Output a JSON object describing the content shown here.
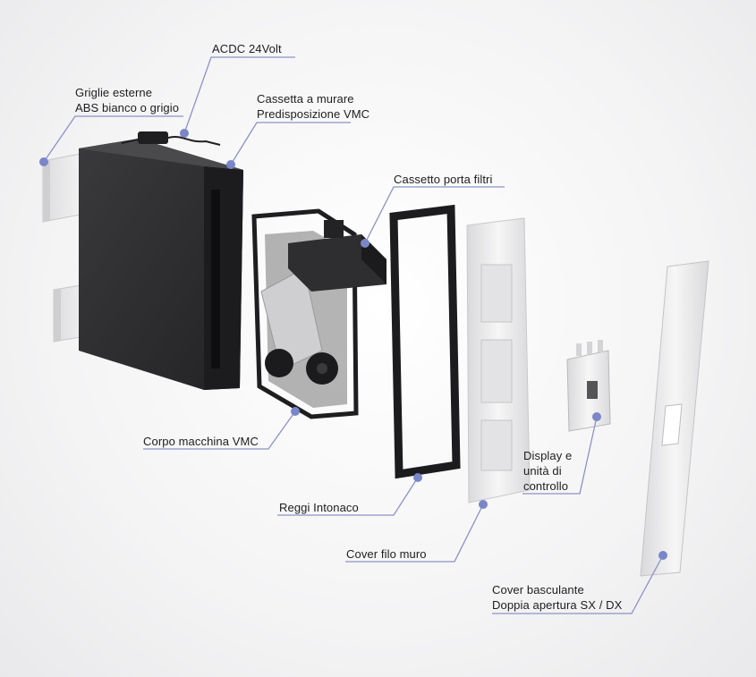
{
  "labels": {
    "acdc": "ACDC 24Volt",
    "griglie_line1": "Griglie esterne",
    "griglie_line2": "ABS bianco o grigio",
    "cassetta_line1": "Cassetta a murare",
    "cassetta_line2": "Predisposizione VMC",
    "cassetto": "Cassetto porta filtri",
    "corpo": "Corpo macchina VMC",
    "reggi": "Reggi Intonaco",
    "display_line1": "Display e",
    "display_line2": "unità di",
    "display_line3": "controllo",
    "cover_filo": "Cover filo muro",
    "cover_bascul_line1": "Cover basculante",
    "cover_bascul_line2": "Doppia apertura SX / DX"
  },
  "colors": {
    "leader": "#8a93c4",
    "dot": "#7a86c8",
    "box_dark": "#2b2b2d",
    "box_side": "#1a1a1c",
    "panel_white": "#eeeeef"
  }
}
